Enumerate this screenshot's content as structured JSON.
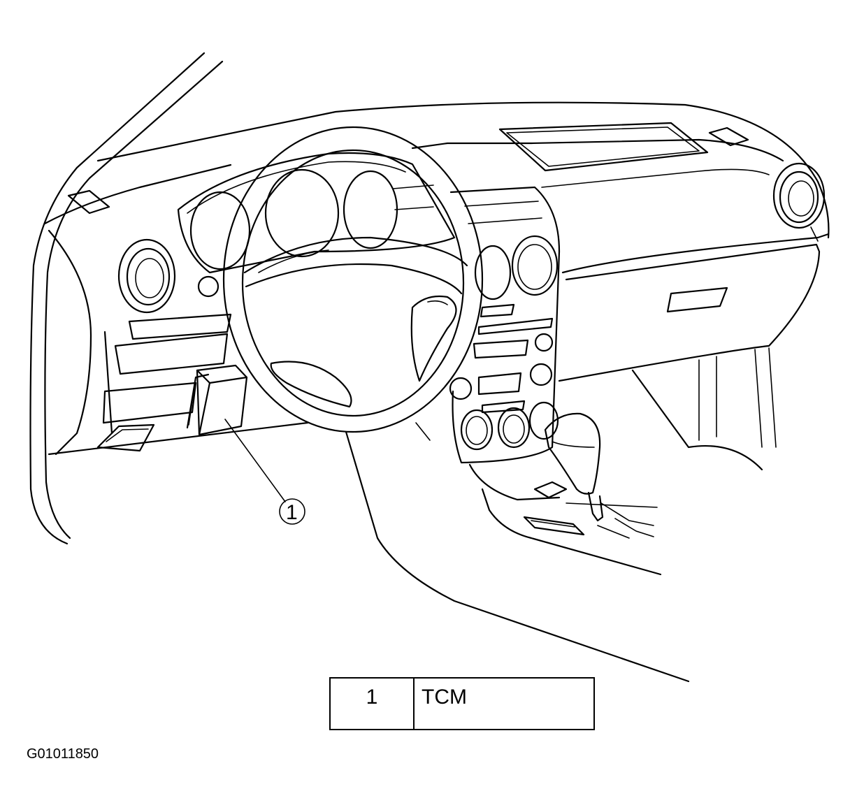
{
  "callout": {
    "number": "1"
  },
  "legend": {
    "rows": [
      {
        "number": "1",
        "label": "TCM"
      }
    ]
  },
  "figure_id": "G01011850"
}
